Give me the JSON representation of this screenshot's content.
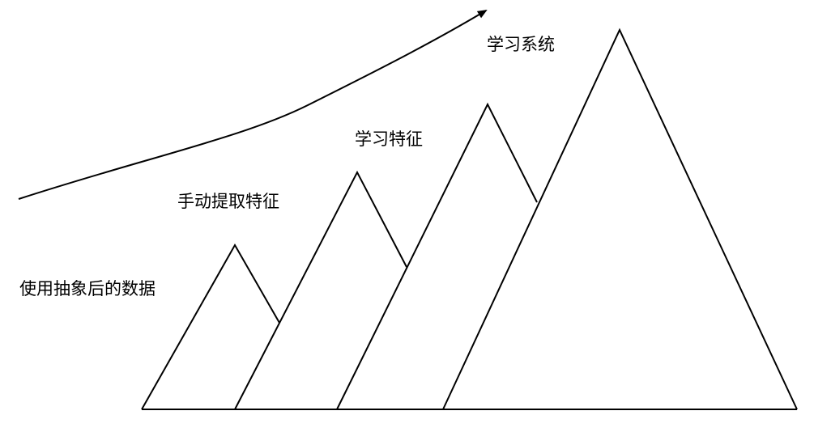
{
  "stages": [
    {
      "key": "raw",
      "label": "使用抽象后的数据"
    },
    {
      "key": "manual",
      "label": "手动提取特征"
    },
    {
      "key": "learn_features",
      "label": "学习特征"
    },
    {
      "key": "learn_system",
      "label": "学习系统"
    }
  ],
  "colors": {
    "stroke": "#000000",
    "background": "#ffffff",
    "text": "#000000"
  },
  "icons": [
    "arrow-head-icon"
  ]
}
